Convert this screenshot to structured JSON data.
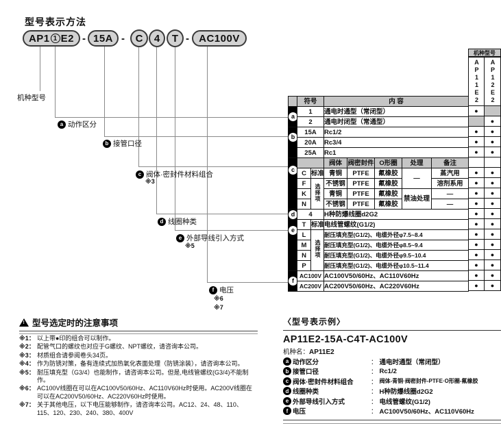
{
  "title": "型号表示方法",
  "model_code": {
    "p1_pre": "AP1",
    "p1_circled": "1",
    "p1_post": "E2",
    "p2": "15A",
    "p3": "C",
    "p4": "4",
    "p5": "T",
    "p6": "AC100V",
    "dash": "-"
  },
  "diagram": {
    "machine_model_label": "机种型号",
    "items": {
      "a": {
        "letter": "a",
        "label": "动作区分"
      },
      "b": {
        "letter": "b",
        "label": "接管口径"
      },
      "c": {
        "letter": "c",
        "label": "阀体·密封件材料组合",
        "note": "※3"
      },
      "d": {
        "letter": "d",
        "label": "线圈种类"
      },
      "e": {
        "letter": "e",
        "label": "外部导线引入方式",
        "note": "※5"
      },
      "f": {
        "letter": "f",
        "label": "电压",
        "note1": "※6",
        "note2": "※7"
      }
    }
  },
  "table": {
    "machine_type_header": "机种型号",
    "model_columns": [
      "AP11E2",
      "AP12E2"
    ],
    "symbol_header": "符号",
    "content_header": "内  容",
    "std_label": "标准",
    "option_label": "选择项",
    "sub_headers": {
      "body": "阀体",
      "seal": "阀密封件",
      "oring": "O形圈",
      "treat": "处理",
      "note": "备注"
    },
    "group_letters": {
      "a": "a",
      "b": "b",
      "c": "c",
      "d": "d",
      "e": "e",
      "f": "f"
    },
    "rows": {
      "a1": {
        "sym": "1",
        "content": "通电时通型（常闭型）"
      },
      "a2": {
        "sym": "2",
        "content": "通电时闭型（常通型）"
      },
      "b1": {
        "sym": "15A",
        "content": "Rc1/2"
      },
      "b2": {
        "sym": "20A",
        "content": "Rc3/4"
      },
      "b3": {
        "sym": "25A",
        "content": "Rc1"
      },
      "cC": {
        "sym": "C",
        "body": "青铜",
        "seal": "PTFE",
        "oring": "氟橡胶",
        "treat": "—",
        "note": "蒸汽用"
      },
      "cF": {
        "sym": "F",
        "body": "不锈钢",
        "seal": "PTFE",
        "oring": "氟橡胶",
        "note": "溶剂系用"
      },
      "cK": {
        "sym": "K",
        "body": "青铜",
        "seal": "PTFE",
        "oring": "氟橡胶",
        "treat": "禁油处理",
        "note": "—"
      },
      "cN": {
        "sym": "N",
        "body": "不锈钢",
        "seal": "PTFE",
        "oring": "氟橡胶",
        "note": "—"
      },
      "d1": {
        "sym": "4",
        "content": "H种防爆线圈d2G2"
      },
      "eT": {
        "sym": "T",
        "content": "电线管螺纹(G1/2)"
      },
      "eL": {
        "sym": "L",
        "content": "耐压填充型(G1/2)、电缆外径φ7.5~8.4"
      },
      "eM": {
        "sym": "M",
        "content": "耐压填充型(G1/2)、电缆外径φ8.5~9.4"
      },
      "eN": {
        "sym": "N",
        "content": "耐压填充型(G1/2)、电缆外径φ9.5~10.4"
      },
      "eP": {
        "sym": "P",
        "content": "耐压填充型(G1/2)、电缆外径φ10.5~11.4"
      },
      "f1": {
        "sym": "AC100V",
        "content": "AC100V50/60Hz、AC110V60Hz"
      },
      "f2": {
        "sym": "AC200V",
        "content": "AC200V50/60Hz、AC220V60Hz"
      }
    },
    "dot_glyph": "●",
    "availability": [
      [
        "dot",
        "shaded"
      ],
      [
        "shaded",
        "dot"
      ],
      [
        "dot",
        "dot"
      ],
      [
        "dot",
        "dot"
      ],
      [
        "dot",
        "dot"
      ],
      [
        "blank",
        "blank"
      ],
      [
        "dot",
        "dot"
      ],
      [
        "dot",
        "dot"
      ],
      [
        "dot",
        "dot"
      ],
      [
        "dot",
        "dot"
      ],
      [
        "dot",
        "dot"
      ],
      [
        "dot",
        "dot"
      ],
      [
        "dot",
        "dot"
      ],
      [
        "dot",
        "dot"
      ],
      [
        "dot",
        "dot"
      ],
      [
        "dot",
        "dot"
      ],
      [
        "dot",
        "dot"
      ],
      [
        "dot",
        "dot"
      ]
    ]
  },
  "notes": {
    "title": "型号选定时的注意事项",
    "warn_glyph": "!",
    "items": [
      {
        "no": "※1：",
        "text": "以上带●印的组合可以制作。"
      },
      {
        "no": "※2：",
        "text": "配管气口的螺纹也对应于G螺纹、NPT螺纹，请咨询本公司。"
      },
      {
        "no": "※3：",
        "text": "材质组合请参阅卷头34页。"
      },
      {
        "no": "※4：",
        "text": "作为防锈对策，备有连续式加热氧化表面处理（防锈涂装），请咨询本公司。"
      },
      {
        "no": "※5：",
        "text": "耐压填充型（G3/4）也能制作，请咨询本公司。但是,电线管螺纹(G3/4)不能制作。"
      },
      {
        "no": "※6：",
        "text": "AC100V线圈在可以在AC100V50/60Hz、AC110V60Hz时使用。AC200V线圈在可以在AC200V50/60Hz、AC220V60Hz时使用。"
      },
      {
        "no": "※7：",
        "text": "关于其他电压，以下电压能够制作，请咨询本公司。AC12、24、48、110、115、120、230、240、380、400V"
      }
    ]
  },
  "example": {
    "title": "〈型号表示例〉",
    "model": "AP11E2-15A-C4T-AC100V",
    "machine_label": "机种名",
    "colon": "：",
    "machine_value": "AP11E2",
    "rows": [
      {
        "letter": "a",
        "label": "动作区分",
        "value": "通电时通型（常闭型）"
      },
      {
        "letter": "b",
        "label": "接管口径",
        "value": "Rc1/2"
      },
      {
        "letter": "c",
        "label": "阀体·密封件材料组合",
        "value": "阀体-青铜·阀密封件-PTFE·O形圈-氟橡胶"
      },
      {
        "letter": "d",
        "label": "线圈种类",
        "value": "H种防爆线圈d2G2"
      },
      {
        "letter": "e",
        "label": "外部导线引入方式",
        "value": "电线管螺纹(G1/2)"
      },
      {
        "letter": "f",
        "label": "电压",
        "value": "AC100V50/60Hz、AC110V60Hz"
      }
    ]
  }
}
